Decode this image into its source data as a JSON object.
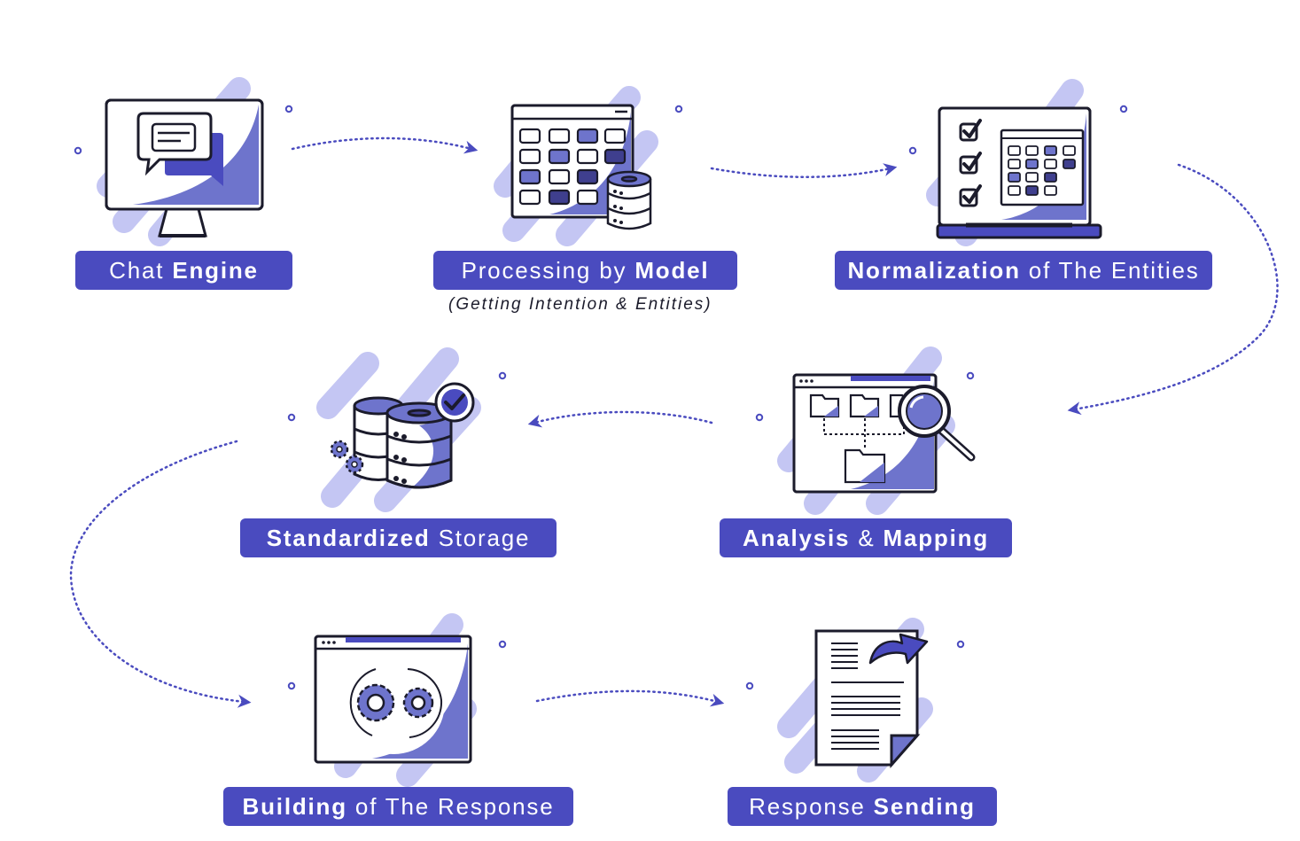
{
  "colors": {
    "primary": "#4a4bbf",
    "pale": "#c4c6f3",
    "mid": "#6e74cc",
    "dark": "#3f3f8e",
    "ink": "#1b1b2b"
  },
  "steps": [
    {
      "icon": "chat-monitor-icon",
      "light": "Chat ",
      "bold": "Engine"
    },
    {
      "icon": "calendar-database-icon",
      "light": "Processing by ",
      "bold": "Model",
      "subtitle": "(Getting Intention & Entities)"
    },
    {
      "icon": "checklist-laptop-icon",
      "bold": "Normalization",
      "light": " of The Entities"
    },
    {
      "icon": "folder-magnifier-icon",
      "bold1": "Analysis",
      "light": " & ",
      "bold2": "Mapping"
    },
    {
      "icon": "database-check-icon",
      "bold": "Standardized",
      "light": " Storage"
    },
    {
      "icon": "gears-window-icon",
      "bold": "Building",
      "light": " of The Response"
    },
    {
      "icon": "document-send-icon",
      "light": "Response ",
      "bold": "Sending"
    }
  ]
}
